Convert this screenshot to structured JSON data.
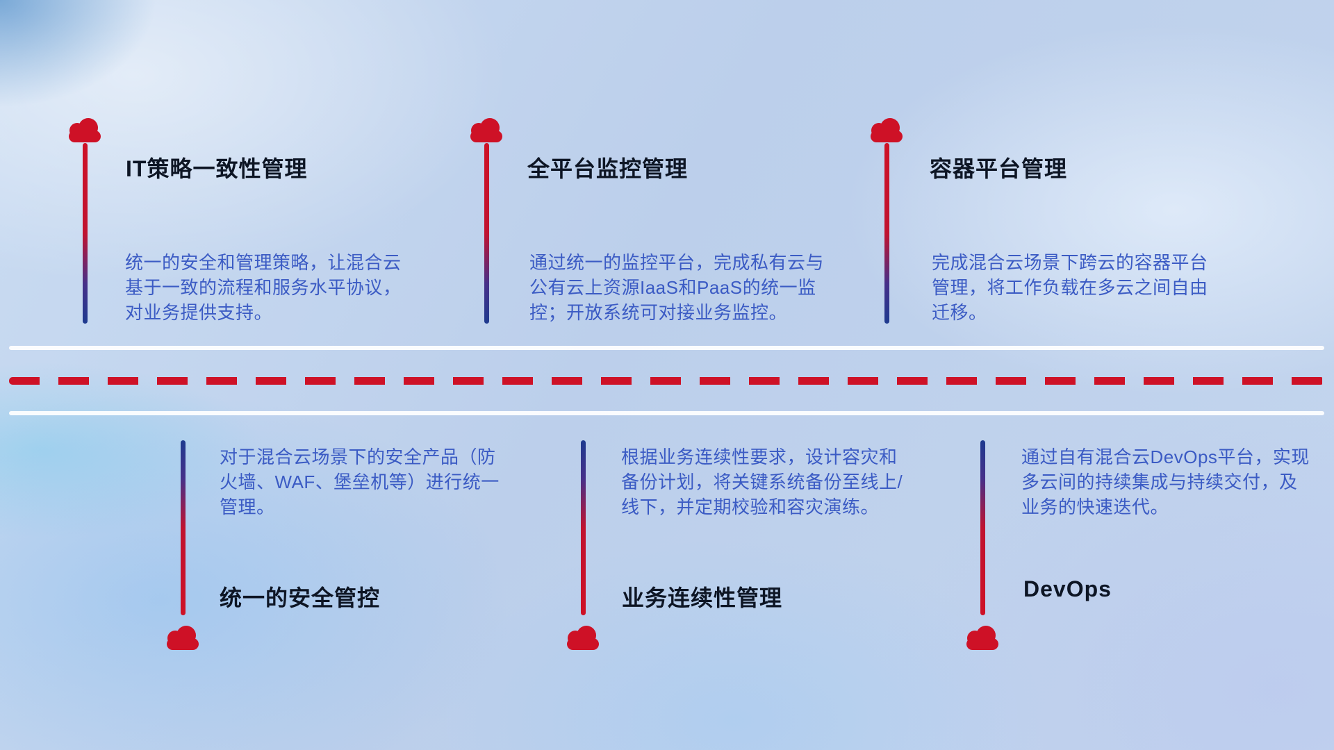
{
  "colors": {
    "accent_red": "#ce1126",
    "accent_blue": "#1e3a8f",
    "title_text": "#0d1524",
    "description_text": "#3b5bc4",
    "divider_line": "#ffffff",
    "background_base": "#bccfeb"
  },
  "icons": {
    "cloud": "cloud-icon"
  },
  "top_items": [
    {
      "title": "IT策略一致性管理",
      "description": "统一的安全和管理策略，让混合云基于一致的流程和服务水平协议，对业务提供支持。"
    },
    {
      "title": "全平台监控管理",
      "description": "通过统一的监控平台，完成私有云与公有云上资源IaaS和PaaS的统一监控；开放系统可对接业务监控。"
    },
    {
      "title": "容器平台管理",
      "description": "完成混合云场景下跨云的容器平台管理，将工作负载在多云之间自由迁移。"
    }
  ],
  "bottom_items": [
    {
      "title": "统一的安全管控",
      "description": "对于混合云场景下的安全产品（防火墙、WAF、堡垒机等）进行统一管理。"
    },
    {
      "title": "业务连续性管理",
      "description": "根据业务连续性要求，设计容灾和备份计划，将关键系统备份至线上/线下，并定期校验和容灾演练。"
    },
    {
      "title": "DevOps",
      "description": "通过自有混合云DevOps平台，实现多云间的持续集成与持续交付，及业务的快速迭代。"
    }
  ]
}
